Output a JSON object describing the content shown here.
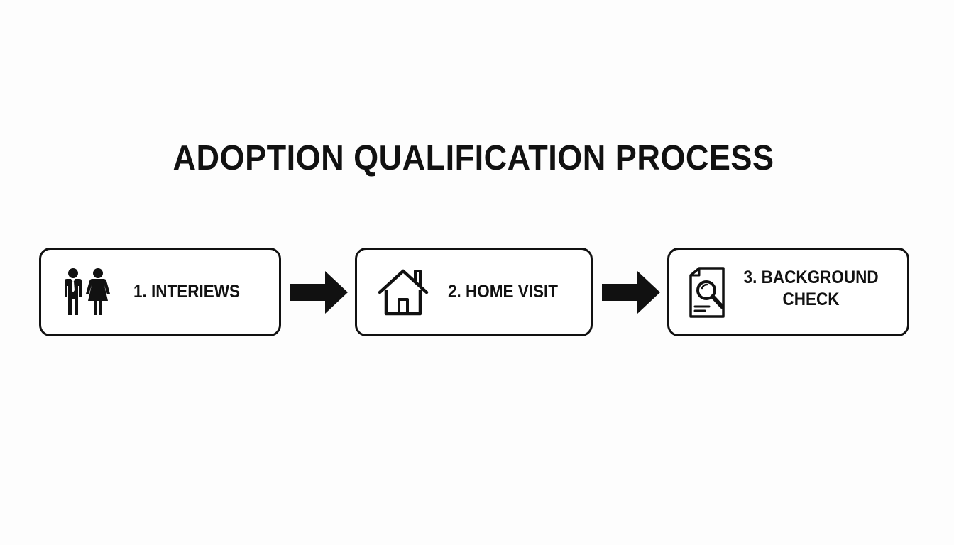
{
  "title": "ADOPTION QUALIFICATION PROCESS",
  "steps": [
    {
      "label": "1. INTERIEWS",
      "icon": "people-icon"
    },
    {
      "label": "2. HOME VISIT",
      "icon": "house-icon"
    },
    {
      "label": "3. BACKGROUND\nCHECK",
      "icon": "document-search-icon"
    }
  ],
  "colors": {
    "ink": "#111111",
    "background": "#fdfdfd"
  }
}
